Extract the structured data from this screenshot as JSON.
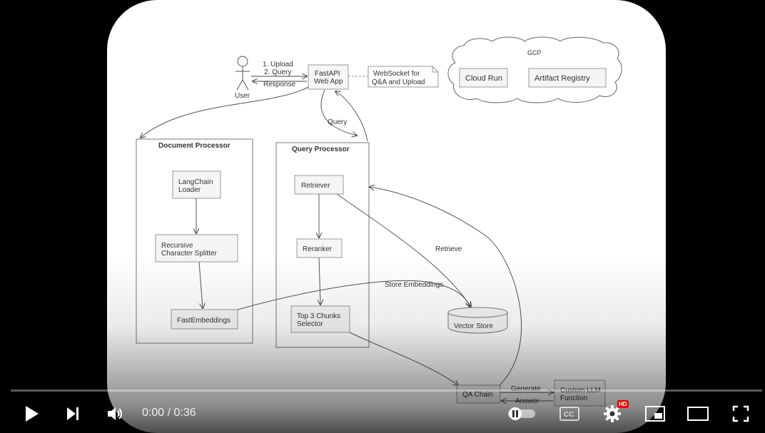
{
  "diagram": {
    "user_label": "User",
    "arrow_upload": "1. Upload",
    "arrow_query_top": "2. Query",
    "arrow_response": "Response",
    "fastapi_line1": "FastAPI",
    "fastapi_line2": "Web App",
    "note_line1": "WebSocket for",
    "note_line2": "Q&A and Upload",
    "gcp_title": "GCP",
    "cloud_run": "Cloud Run",
    "artifact_registry": "Artifact Registry",
    "query_edge": "Query",
    "doc_processor_title": "Document Processor",
    "langchain_line1": "LangChain",
    "langchain_line2": "Loader",
    "splitter_line1": "Recursive",
    "splitter_line2": "Character Splitter",
    "fastembeddings": "FastEmbeddings",
    "query_processor_title": "Query Processor",
    "retriever": "Retriever",
    "reranker": "Reranker",
    "selector_line1": "Top 3 Chunks",
    "selector_line2": "Selector",
    "retrieve_edge": "Retrieve",
    "store_embeddings_edge": "Store Embeddings",
    "vector_store": "Vector Store",
    "qa_chain": "QA Chain",
    "generate_edge": "Generate",
    "answer_edge": "Answer",
    "custom_llm_line1": "Custom LLM",
    "custom_llm_line2": "Function"
  },
  "player": {
    "current_time": "0:00",
    "separator": " / ",
    "duration": "0:36",
    "hd_badge": "HD",
    "cc_label": "CC",
    "progress": 0.0,
    "icons": {
      "play": "play-icon",
      "next": "next-icon",
      "volume": "volume-icon",
      "autoplay": "autoplay-toggle-icon",
      "captions": "captions-icon",
      "settings": "gear-icon",
      "miniplayer": "miniplayer-icon",
      "theater": "theater-icon",
      "fullscreen": "fullscreen-icon"
    }
  }
}
